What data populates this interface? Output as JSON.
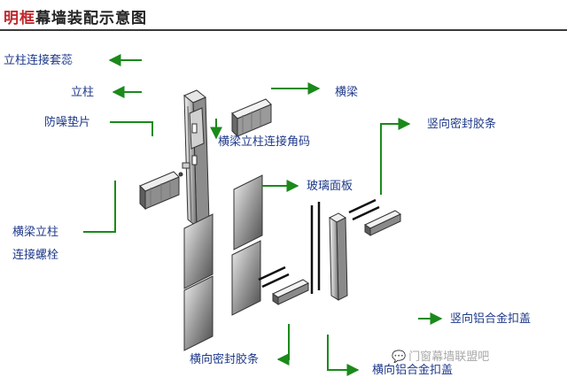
{
  "title": {
    "highlight": "明框",
    "rest": "幕墙装配示意图"
  },
  "labels": {
    "column_sleeve": "立柱连接套蕊",
    "column": "立柱",
    "noise_pad": "防噪垫片",
    "bolt_line1": "横梁立柱",
    "bolt_line2": "连接螺栓",
    "beam": "横梁",
    "corner_connector": "横梁立柱连接角码",
    "glass_panel": "玻璃面板",
    "vertical_seal": "竖向密封胶条",
    "horizontal_seal": "横向密封胶条",
    "horizontal_cover": "横向铝合金扣盖",
    "vertical_cover": "竖向铝合金扣盖"
  },
  "watermark": "门窗幕墙联盟吧",
  "colors": {
    "arrow": "#1a8a1a",
    "label": "#1f3a8a",
    "title_highlight": "#c0282d"
  }
}
